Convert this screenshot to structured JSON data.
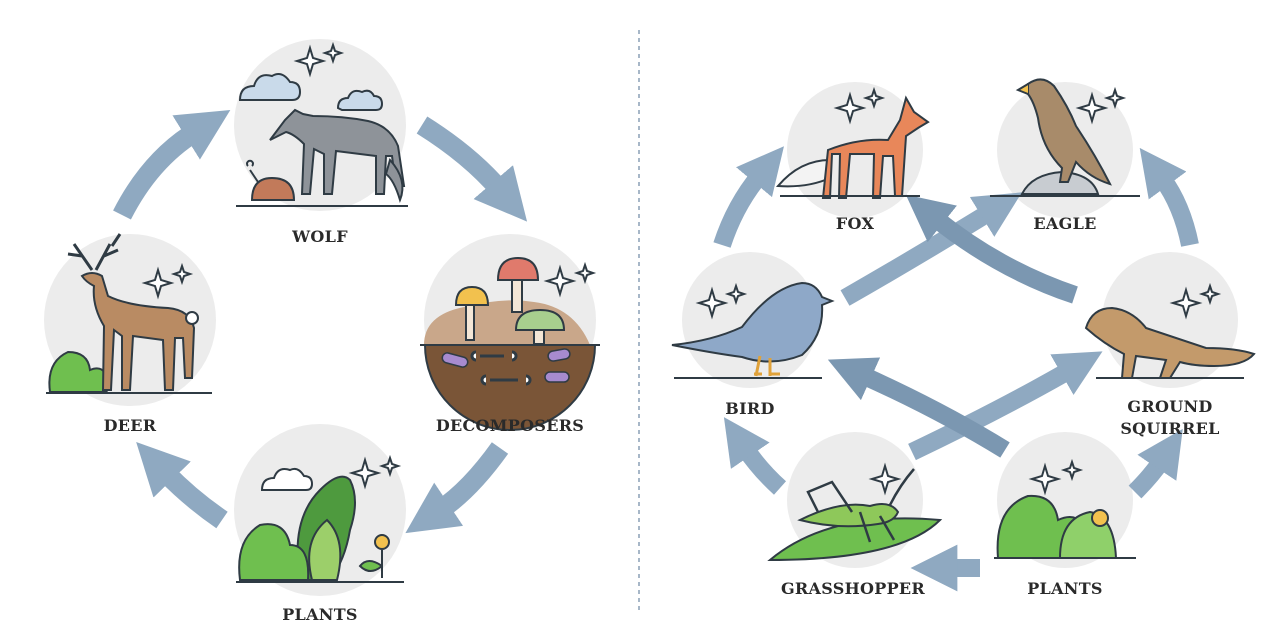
{
  "left_cycle": {
    "wolf": "WOLF",
    "decomposers": "DECOMPOSERS",
    "plants": "PLANTS",
    "deer": "DEER"
  },
  "right_web": {
    "fox": "FOX",
    "eagle": "EAGLE",
    "bird": "BIRD",
    "ground_squirrel_line1": "GROUND",
    "ground_squirrel_line2": "SQUIRREL",
    "grasshopper": "GRASSHOPPER",
    "plants": "PLANTS"
  },
  "colors": {
    "arrow": "#8fa9c1",
    "arrow_dark": "#7b97b1",
    "circle_bg": "#ececec",
    "divider": "#8a9fb5",
    "outline": "#2f3b44"
  }
}
